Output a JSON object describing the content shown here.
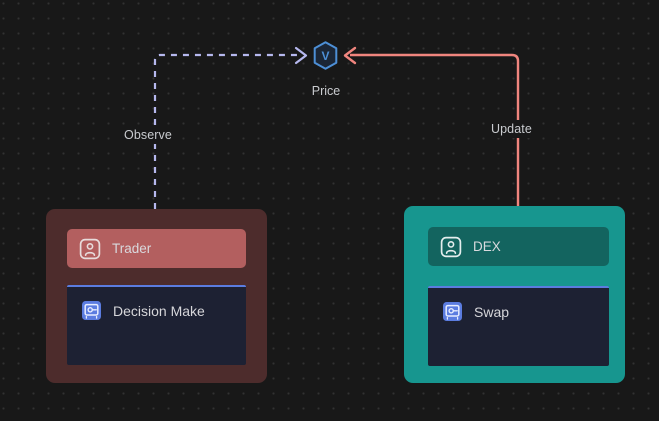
{
  "canvas": {
    "background": "#181818",
    "grid_dot_color": "#323232",
    "grid_spacing": 15
  },
  "nodes": {
    "price": {
      "label": "Price",
      "badge_letter": "V",
      "icon": "hexagon-vault-icon",
      "stroke": "#4d8fd6"
    },
    "trader_group": {
      "header": {
        "label": "Trader",
        "icon": "user-square-icon",
        "background": "#b35f5f"
      },
      "background": "#4d2c2c",
      "panel": {
        "label": "Decision Make",
        "icon": "safe-vault-icon",
        "background": "#1d2133",
        "accent": "#5b7ce0"
      }
    },
    "dex_group": {
      "header": {
        "label": "DEX",
        "icon": "user-square-icon",
        "background": "#13645f"
      },
      "background": "#17968f",
      "panel": {
        "label": "Swap",
        "icon": "safe-vault-icon",
        "background": "#1d2133",
        "accent": "#5b7ce0"
      }
    }
  },
  "edges": {
    "observe": {
      "label": "Observe",
      "color": "#b6b8ee",
      "style": "dashed",
      "from": "Trader",
      "to": "Price"
    },
    "update": {
      "label": "Update",
      "color": "#f0857e",
      "style": "solid",
      "from": "DEX",
      "to": "Price"
    }
  }
}
